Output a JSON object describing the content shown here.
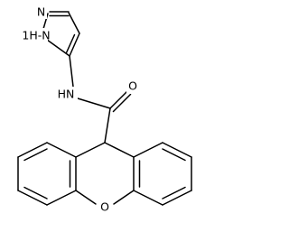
{
  "molecule": {
    "atoms": {
      "ring_N_top": "N",
      "ring_NH": "1H-N",
      "amide_NH": "HN",
      "carbonyl_O": "O",
      "xanthene_O": "O"
    }
  },
  "colors": {
    "bond": "#000000",
    "label": "#000000",
    "background": "#ffffff"
  }
}
